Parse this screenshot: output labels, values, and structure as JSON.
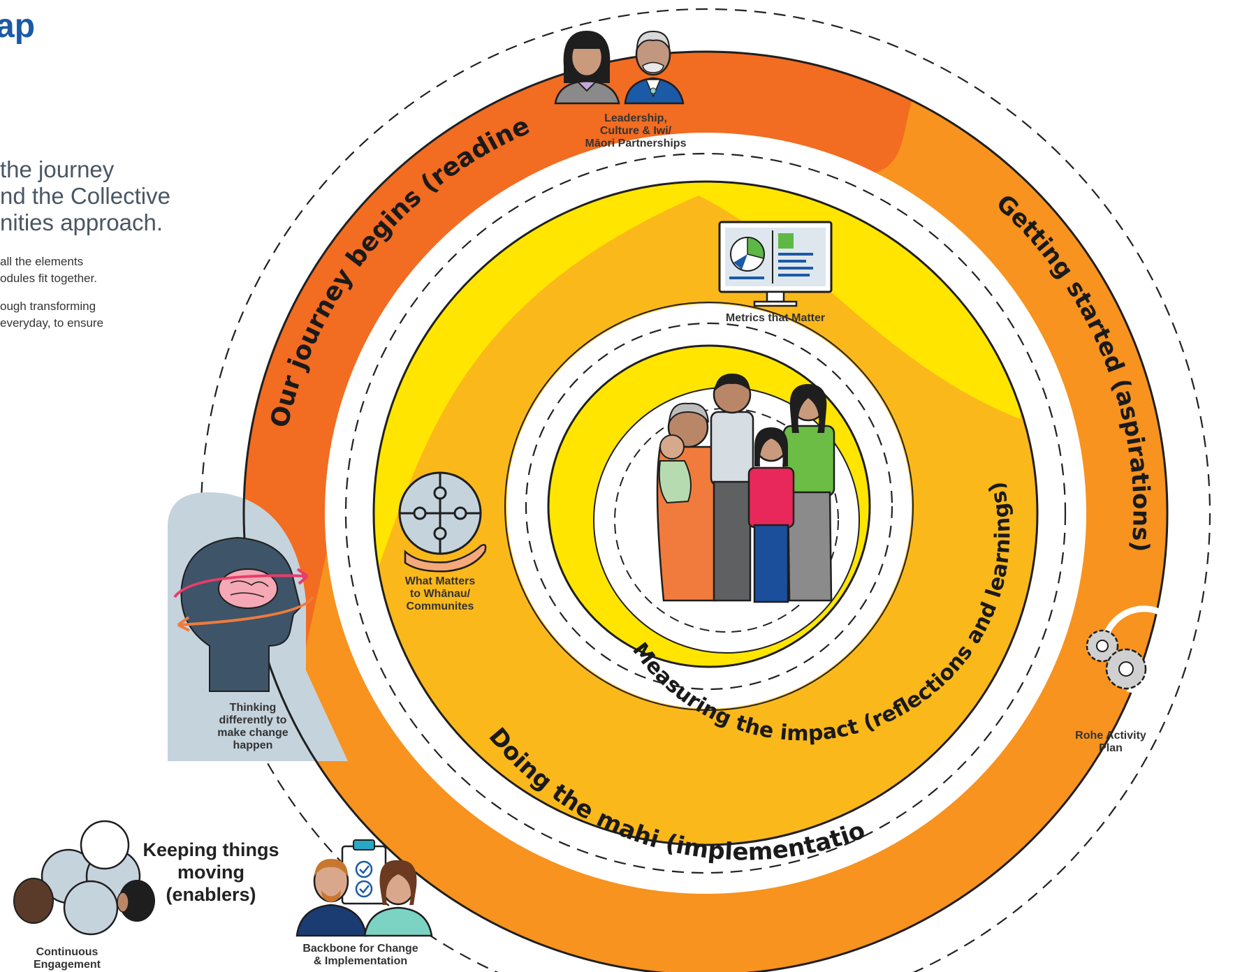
{
  "header": {
    "title": "ap",
    "intro_lines": [
      "the journey",
      "nd the Collective",
      "nities approach."
    ],
    "detail_lines": [
      "all the elements",
      "odules fit together.",
      "ough transforming",
      "everyday, to ensure"
    ]
  },
  "rings": {
    "readiness": "Our journey begins (readiness)",
    "aspirations": "Getting started (aspirations)",
    "implementation": "Doing the mahi (implementation)",
    "impact": "Measuring the impact (reflections and learnings)"
  },
  "elements": {
    "leadership": [
      "Leadership,",
      "Culture & Iwi/",
      "Māori Partnerships"
    ],
    "metrics": [
      "Metrics that Matter"
    ],
    "what_matters": [
      "What Matters",
      "to Whānau/",
      "Communites"
    ],
    "thinking": [
      "Thinking",
      "differently to",
      "make change",
      "happen"
    ],
    "rohe": [
      "Rohe Activity",
      "Plan"
    ]
  },
  "enablers": {
    "title_lines": [
      "Keeping things",
      "moving",
      "(enablers)"
    ],
    "continuous": [
      "Continuous",
      "Engagement"
    ],
    "backbone": [
      "Backbone for Change",
      "& Implementation"
    ]
  },
  "colors": {
    "orange_dark": "#f26c21",
    "orange_light": "#f7931e",
    "amber": "#fbb81b",
    "yellow": "#ffe500",
    "slate": "#3e5468",
    "head_bg": "#c5d3dd",
    "title_blue": "#1b5aa6"
  }
}
